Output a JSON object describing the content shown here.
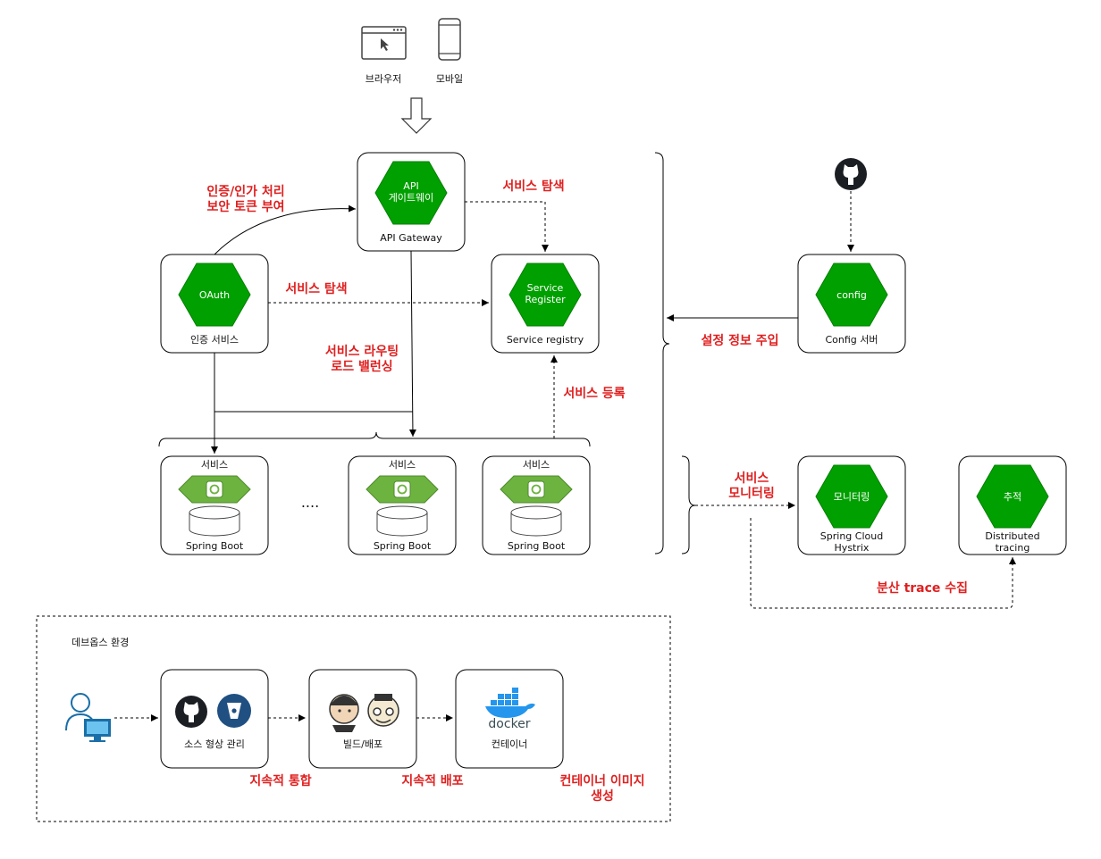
{
  "clients": {
    "browser": "브라우저",
    "mobile": "모바일"
  },
  "gateway": {
    "hex": [
      "API",
      "게이트웨이"
    ],
    "caption": "API Gateway"
  },
  "oauth": {
    "hex": "OAuth",
    "caption": "인증 서비스"
  },
  "registry": {
    "hex": [
      "Service",
      "Register"
    ],
    "caption": "Service registry"
  },
  "config": {
    "hex": "config",
    "caption": "Config 서버"
  },
  "monitor": {
    "hex": "모니터링",
    "caption": [
      "Spring Cloud",
      "Hystrix"
    ]
  },
  "tracing": {
    "hex": "추적",
    "caption": [
      "Distributed",
      "tracing"
    ]
  },
  "service": {
    "title": "서비스",
    "caption": "Spring Boot",
    "ellipsis": "...."
  },
  "annotations": {
    "auth": [
      "인증/인가 처리",
      "보안 토큰 부여"
    ],
    "discovery_top": "서비스 탐색",
    "discovery_mid": "서비스 탐색",
    "routing": [
      "서비스 라우팅",
      "로드 밸런싱"
    ],
    "register": "서비스 등록",
    "config_inject": "설정 정보 주입",
    "monitoring": [
      "서비스",
      "모니터링"
    ],
    "trace_collect": "분산 trace 수집",
    "ci": "지속적 통합",
    "cd": "지속적 배포",
    "container_image": [
      "컨테이너 이미지",
      "생성"
    ]
  },
  "devops": {
    "title": "데브옵스 환경",
    "scm": "소스 형상 관리",
    "build": "빌드/배포",
    "container": "컨테이너",
    "docker_logo": "docker"
  },
  "colors": {
    "hex_green": "#00a000",
    "spring_green": "#6db33f",
    "red": "#e02020"
  }
}
